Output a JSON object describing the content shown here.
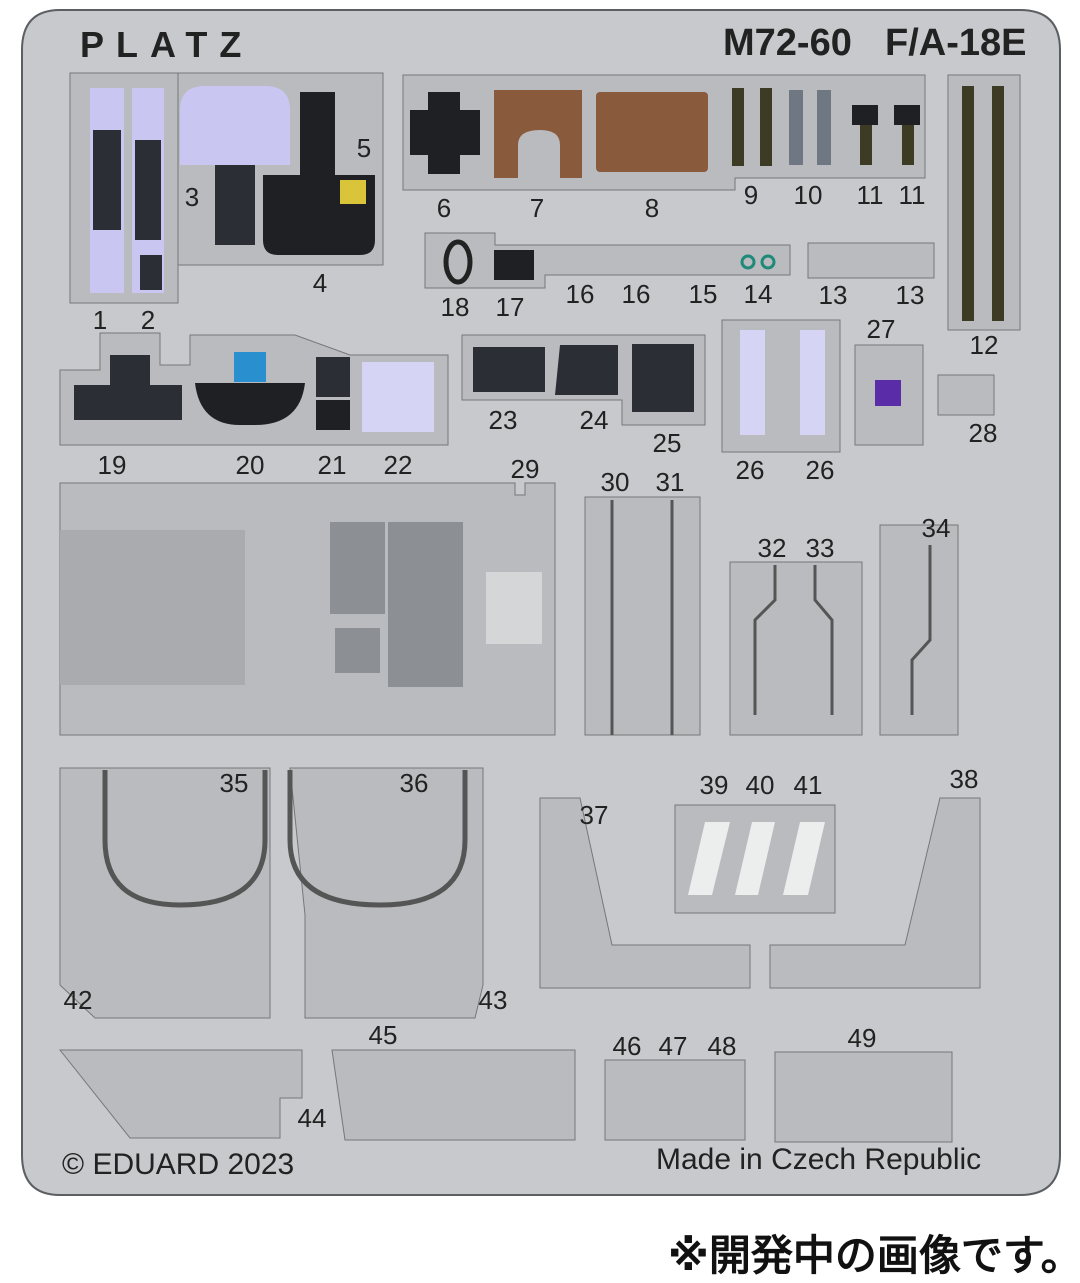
{
  "brand": "PLATZ",
  "product_code": "M72-60",
  "model": "F/A-18E",
  "copyright": "© EDUARD 2023",
  "origin": "Made in Czech Republic",
  "note": "※開発中の画像です。",
  "part_numbers": [
    "1",
    "2",
    "3",
    "4",
    "5",
    "6",
    "7",
    "8",
    "9",
    "10",
    "11",
    "11",
    "12",
    "13",
    "13",
    "14",
    "15",
    "16",
    "16",
    "17",
    "18",
    "19",
    "20",
    "21",
    "22",
    "23",
    "24",
    "25",
    "26",
    "26",
    "27",
    "28",
    "29",
    "30",
    "31",
    "32",
    "33",
    "34",
    "35",
    "36",
    "37",
    "38",
    "39",
    "40",
    "41",
    "42",
    "43",
    "44",
    "45",
    "46",
    "47",
    "48",
    "49"
  ],
  "colors": {
    "fret": "#c7c9cc",
    "fret_edge": "#5b5e62",
    "part": "#c0c2c5",
    "panel_dark": "#2b2e35",
    "panel_light": "#c9c6f2",
    "cushion_brown": "#8a5a3c",
    "strap_olive": "#3e3b24",
    "strap_grey": "#6f7783"
  }
}
